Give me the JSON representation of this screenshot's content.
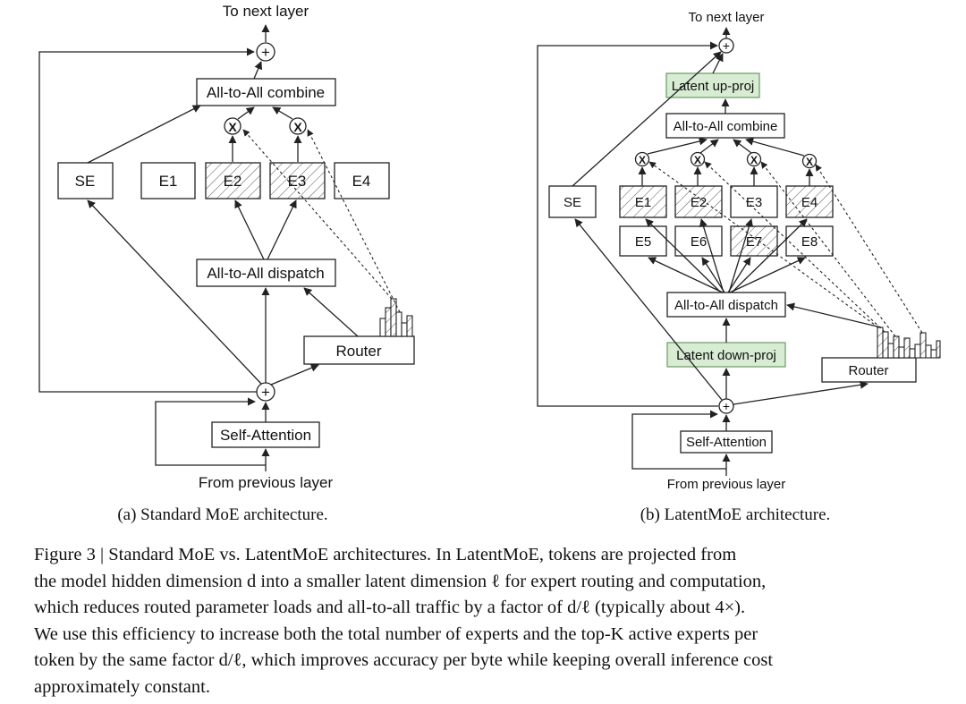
{
  "panel_a": {
    "caption": "(a) Standard MoE architecture.",
    "top_label": "To next layer",
    "bottom_label": "From previous layer",
    "combine": "All-to-All combine",
    "dispatch": "All-to-All dispatch",
    "router": "Router",
    "self_attention": "Self-Attention",
    "shared_expert": "SE",
    "experts": [
      "E1",
      "E2",
      "E3",
      "E4"
    ],
    "active_experts": [
      "E2",
      "E3"
    ]
  },
  "panel_b": {
    "caption": "(b) LatentMoE architecture.",
    "top_label": "To next layer",
    "bottom_label": "From previous layer",
    "up_proj": "Latent up-proj",
    "down_proj": "Latent down-proj",
    "combine": "All-to-All combine",
    "dispatch": "All-to-All dispatch",
    "router": "Router",
    "self_attention": "Self-Attention",
    "shared_expert": "SE",
    "experts_row1": [
      "E1",
      "E2",
      "E3",
      "E4"
    ],
    "experts_row2": [
      "E5",
      "E6",
      "E7",
      "E8"
    ],
    "active_experts": [
      "E1",
      "E2",
      "E4",
      "E7"
    ]
  },
  "symbols": {
    "add": "+",
    "multiply": "X"
  },
  "caption": {
    "lines": [
      "Figure 3 | Standard MoE vs. LatentMoE architectures. In LatentMoE, tokens are projected from",
      "the model hidden dimension d into a smaller latent dimension ℓ for expert routing and computation,",
      "which reduces routed parameter loads and all-to-all traffic by a factor of d/ℓ (typically about 4×).",
      "We use this efficiency to increase both the total number of experts and the top-K active experts per",
      "token by the same factor d/ℓ, which improves accuracy per byte while keeping overall inference cost",
      "approximately constant."
    ]
  },
  "colors": {
    "latent_fill": "#d7ecd2",
    "latent_stroke": "#6a9a63",
    "line": "#222222"
  }
}
